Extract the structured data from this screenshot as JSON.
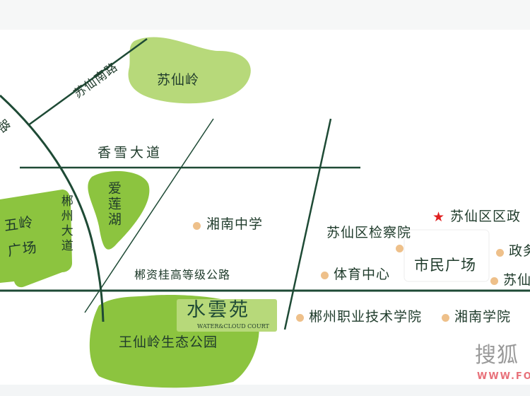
{
  "colors": {
    "road": "#1e4a35",
    "park": "#8cc43f",
    "park_light": "#b7d97a",
    "poi_dot": "#eec08a",
    "star": "#e02020",
    "watermark_red": "#e8717a"
  },
  "roads": {
    "suxian_south": "苏仙南路",
    "road_fragment": "路",
    "xiangxue": "香雪大道",
    "chenzhou_avenue": "郴州大道",
    "chenzigui": "郴资桂高等级公路"
  },
  "areas": {
    "suxianling": "苏仙岭",
    "ailianhu": "爱莲湖",
    "wuling_square": "五岭广场",
    "wangxianling": "王仙岭生态公园",
    "civic_square": "市民广场"
  },
  "project": {
    "name": "水雲苑",
    "english": "WATER&CLOUD COURT"
  },
  "pois": {
    "xiangnan_middle": "湘南中学",
    "procuratorate": "苏仙区检察院",
    "district_gov": "苏仙区区政",
    "sports_center": "体育中心",
    "gov_affairs": "政务",
    "suxian_partial": "苏仙",
    "vocational": "郴州职业技术学院",
    "xiangnan_college": "湘南学院"
  },
  "watermark": {
    "cn": "搜狐",
    "url": "WWW.FO"
  }
}
